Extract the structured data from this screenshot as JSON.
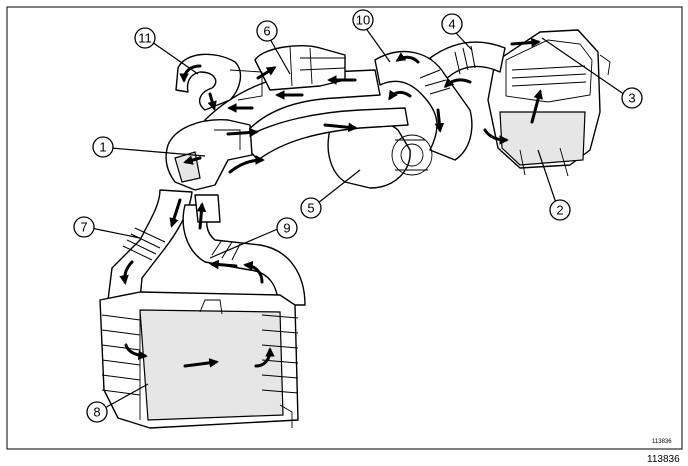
{
  "diagram": {
    "callouts": [
      {
        "id": "c1",
        "label": "1"
      },
      {
        "id": "c2",
        "label": "2"
      },
      {
        "id": "c3",
        "label": "3"
      },
      {
        "id": "c4",
        "label": "4"
      },
      {
        "id": "c5",
        "label": "5"
      },
      {
        "id": "c6",
        "label": "6"
      },
      {
        "id": "c7",
        "label": "7"
      },
      {
        "id": "c8",
        "label": "8"
      },
      {
        "id": "c9",
        "label": "9"
      },
      {
        "id": "c10",
        "label": "10"
      },
      {
        "id": "c11",
        "label": "11"
      }
    ],
    "reference_inside": "113836",
    "reference_outside": "113836"
  }
}
